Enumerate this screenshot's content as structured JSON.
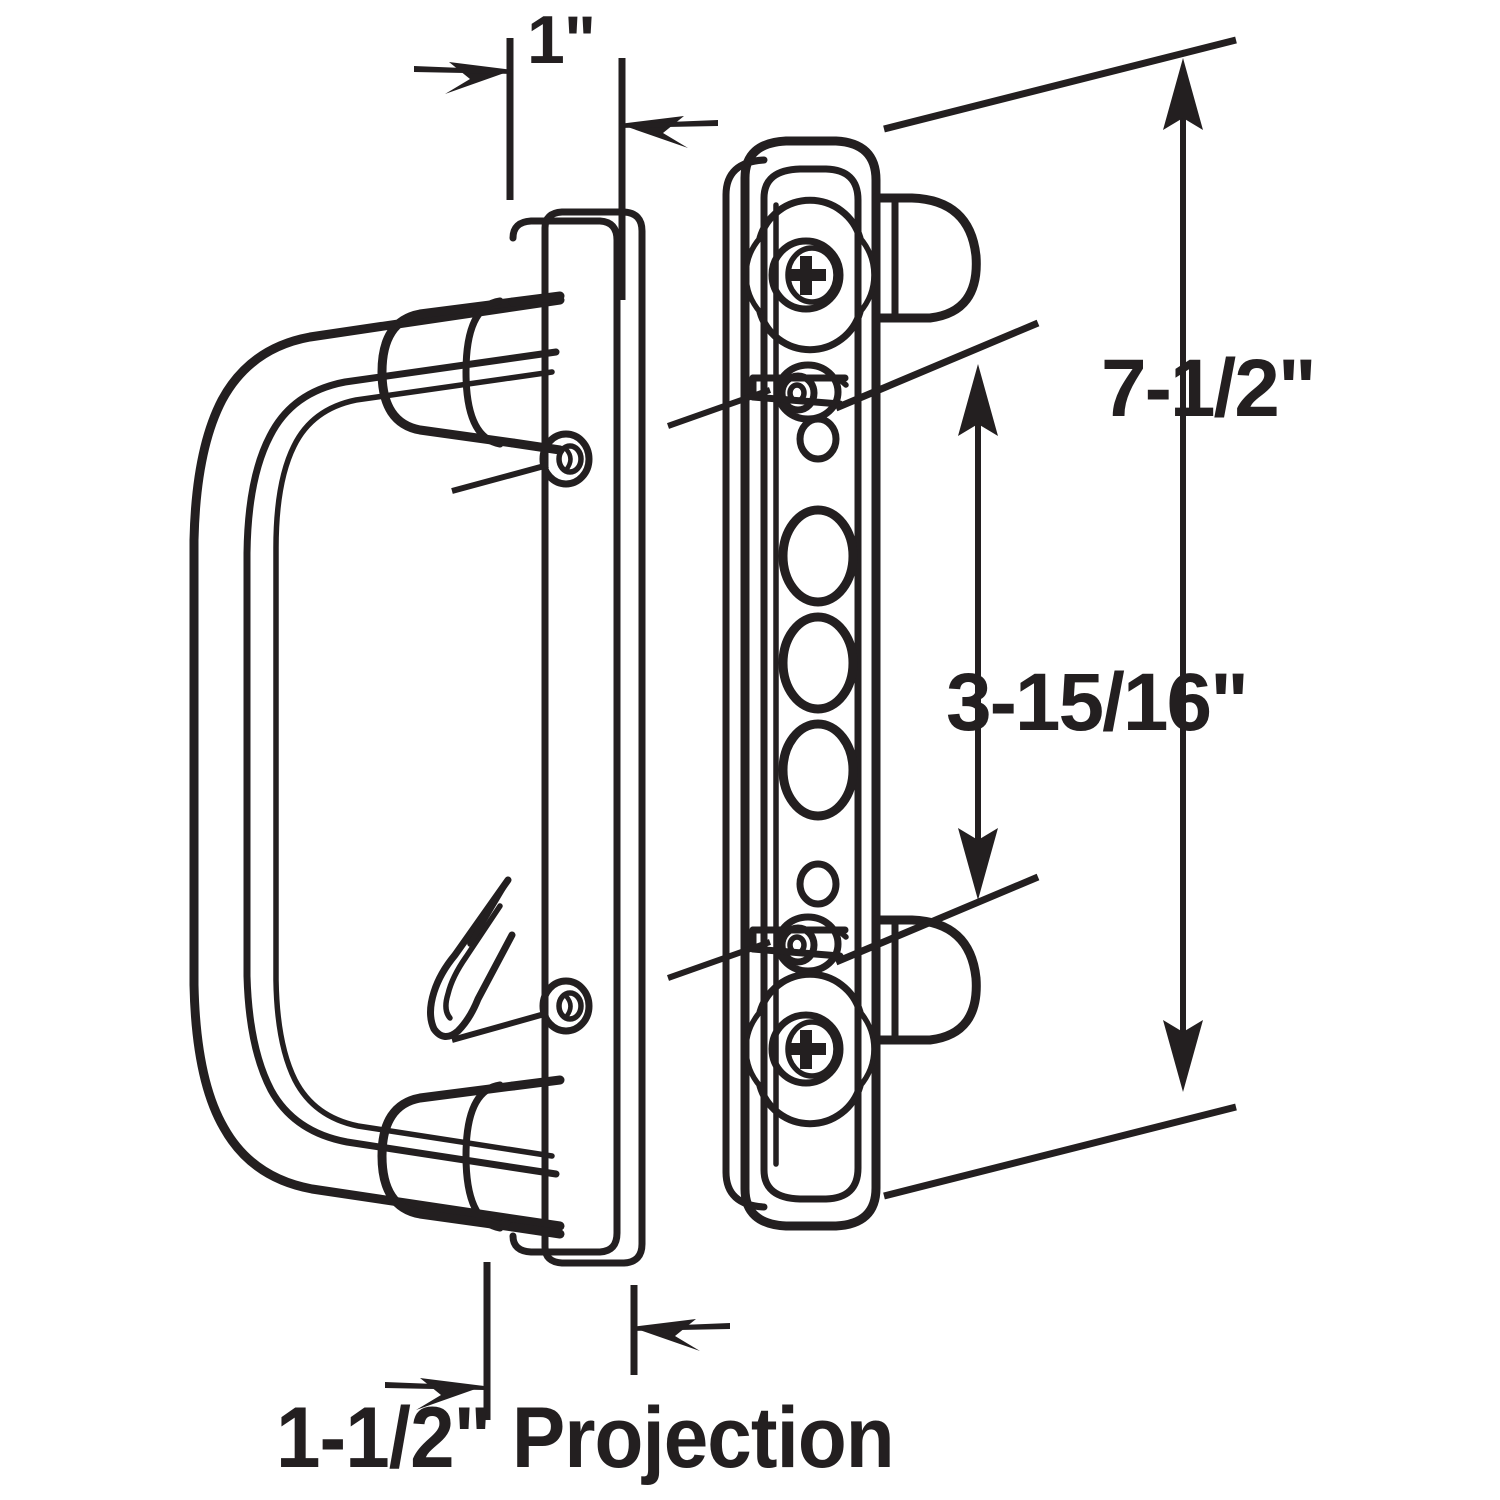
{
  "figure": {
    "title": "Sliding Glass Door Handle Set",
    "subject": "Mortise-style sliding patio door handle with exterior pull and interior back plate",
    "background_color": "#ffffff",
    "line_color": "#231f20",
    "view": "exploded two-part elevation with dimensions"
  },
  "dimensions": {
    "width_top": {
      "label": "1\"",
      "name": "plate-width",
      "units": "inches",
      "value": 1,
      "orientation": "horizontal",
      "placement": "top"
    },
    "height_overall": {
      "label": "7-1/2\"",
      "name": "overall-plate-height",
      "units": "inches",
      "value": 7.5,
      "orientation": "vertical",
      "placement": "right-outer"
    },
    "hole_spacing": {
      "label": "3-15/16\"",
      "name": "screw-hole-center-spacing",
      "units": "inches",
      "value": 3.9375,
      "orientation": "vertical",
      "placement": "right-inner"
    },
    "projection": {
      "label": "1-1/2\" Projection",
      "name": "handle-projection",
      "units": "inches",
      "value": 1.5,
      "orientation": "horizontal",
      "placement": "bottom"
    }
  },
  "parts": {
    "exterior_handle": {
      "name": "exterior-pull-handle",
      "features": [
        "D-shaped pull grip",
        "upper cylindrical mounting boss",
        "lower cylindrical mounting boss",
        "backing plate with rounded ends",
        "thumb latch lever",
        "upper countersunk screw hole",
        "lower countersunk screw hole"
      ]
    },
    "interior_plate": {
      "name": "interior-back-plate",
      "features": [
        "upper phillips mounting screw",
        "lower phillips mounting screw",
        "upper spindle post",
        "lower spindle post",
        "three oval lock-access holes",
        "upper small pin hole",
        "lower small pin hole",
        "upper thumb-turn lug",
        "lower thumb-turn lug"
      ]
    }
  },
  "annotations": {
    "leader_upper_left": "leader line to exterior upper screw hole",
    "leader_lower_left": "leader line to exterior lower screw hole"
  }
}
